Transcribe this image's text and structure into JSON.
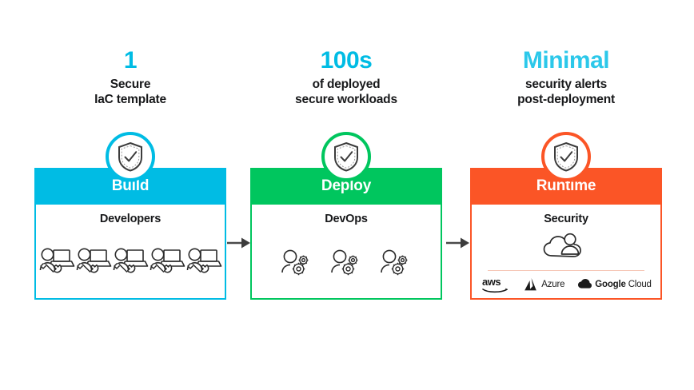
{
  "theme": {
    "cyan": "#00bce4",
    "green": "#00c65e",
    "orange": "#fb5526",
    "text_dark": "#17181a",
    "arrow": "#4a4a4a",
    "divider": "#f6c6b6"
  },
  "columns": [
    {
      "key": "build",
      "stat_number": "1",
      "stat_caption_line1": "Secure",
      "stat_caption_line2": "IaC template",
      "stat_number_color": "#00bce4",
      "accent": "#00bce4",
      "badge_icon": "shield-check-icon",
      "header_label": "Build",
      "role_label": "Developers",
      "person_icon": "developer-at-laptop-icon",
      "person_count": 5
    },
    {
      "key": "deploy",
      "stat_number": "100s",
      "stat_caption_line1": "of deployed",
      "stat_caption_line2": "secure workloads",
      "stat_number_color": "#00bce4",
      "accent": "#00c65e",
      "badge_icon": "shield-check-icon",
      "header_label": "Deploy",
      "role_label": "DevOps",
      "person_icon": "devops-person-gears-icon",
      "person_count": 3
    },
    {
      "key": "runtime",
      "stat_number": "Minimal",
      "stat_caption_line1": "security alerts",
      "stat_caption_line2": "post-deployment",
      "stat_number_color": "#2cc8ea",
      "accent": "#fb5526",
      "badge_icon": "shield-check-icon",
      "header_label": "Runtime",
      "role_label": "Security",
      "person_icon": "cloud-person-icon",
      "person_count": 1
    }
  ],
  "cloud_logos": [
    {
      "icon": "aws-logo-icon",
      "label": "",
      "label_light": ""
    },
    {
      "icon": "azure-logo-icon",
      "label": "Azure",
      "label_light": ""
    },
    {
      "icon": "google-cloud-logo-icon",
      "label": "Google",
      "label_light": "Cloud"
    }
  ],
  "arrows": [
    {
      "name": "arrow-build-to-deploy"
    },
    {
      "name": "arrow-deploy-to-runtime"
    }
  ]
}
